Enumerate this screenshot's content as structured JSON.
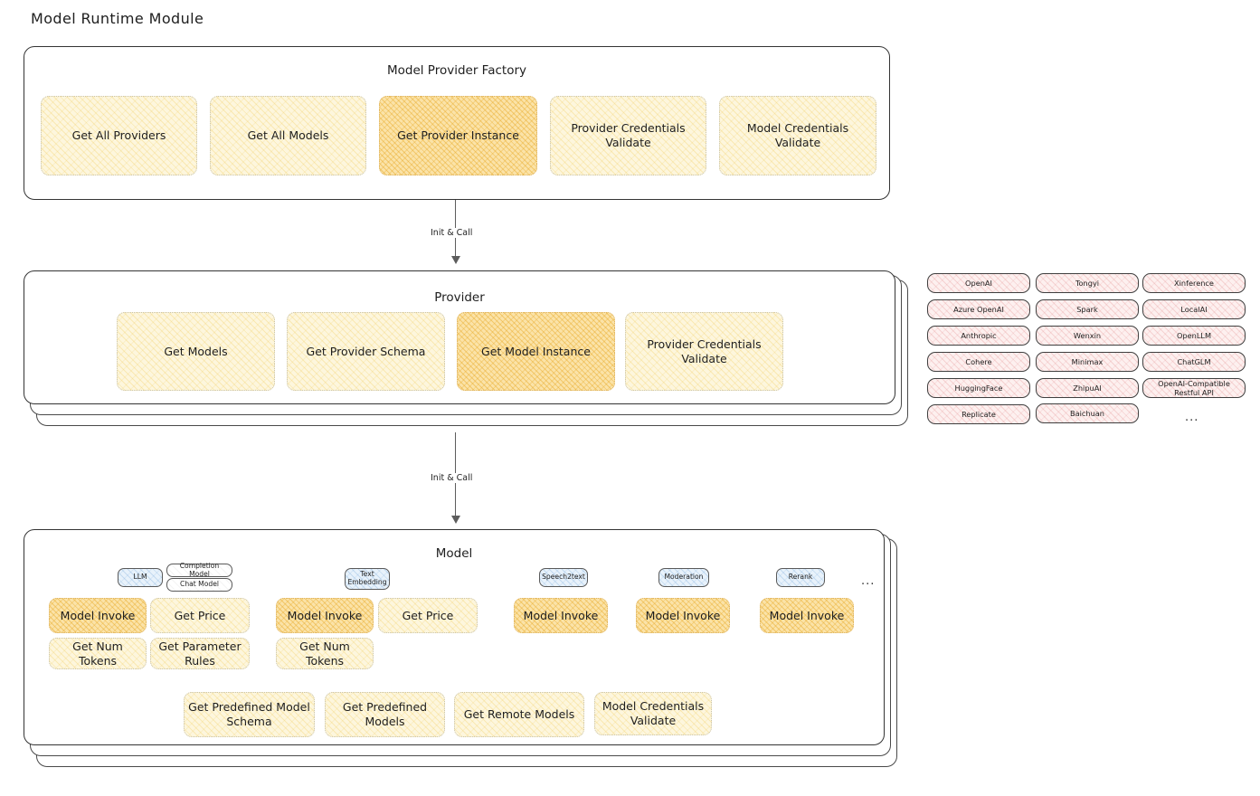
{
  "page": {
    "title": "Model Runtime Module"
  },
  "arrows": [
    {
      "label": "Init & Call"
    },
    {
      "label": "Init & Call"
    }
  ],
  "factory": {
    "title": "Model Provider Factory",
    "methods": [
      {
        "label": "Get All Providers",
        "highlight": false
      },
      {
        "label": "Get All Models",
        "highlight": false
      },
      {
        "label": "Get Provider Instance",
        "highlight": true
      },
      {
        "label": "Provider Credentials Validate",
        "highlight": false
      },
      {
        "label": "Model Credentials Validate",
        "highlight": false
      }
    ]
  },
  "provider": {
    "title": "Provider",
    "methods": [
      {
        "label": "Get Models",
        "highlight": false
      },
      {
        "label": "Get Provider Schema",
        "highlight": false
      },
      {
        "label": "Get Model Instance",
        "highlight": true
      },
      {
        "label": "Provider Credentials Validate",
        "highlight": false
      }
    ]
  },
  "provider_list": {
    "columns": [
      [
        "OpenAI",
        "Azure OpenAI",
        "Anthropic",
        "Cohere",
        "HuggingFace",
        "Replicate"
      ],
      [
        "Tongyi",
        "Spark",
        "Wenxin",
        "Minimax",
        "ZhipuAI",
        "Baichuan"
      ],
      [
        "Xinference",
        "LocalAI",
        "OpenLLM",
        "ChatGLM",
        "OpenAI-Compatible Restful API"
      ]
    ],
    "more": "..."
  },
  "model": {
    "title": "Model",
    "more": "...",
    "types": [
      {
        "chip": "LLM",
        "chip_fill": "blue",
        "subchips": [
          "Completion Model",
          "Chat Model"
        ],
        "methods": [
          {
            "label": "Model Invoke",
            "highlight": true
          },
          {
            "label": "Get Price",
            "highlight": false
          },
          {
            "label": "Get Num Tokens",
            "highlight": false
          },
          {
            "label": "Get Parameter Rules",
            "highlight": false
          }
        ]
      },
      {
        "chip": "Text Embedding",
        "chip_fill": "blue",
        "subchips": [],
        "methods": [
          {
            "label": "Model Invoke",
            "highlight": true
          },
          {
            "label": "Get Price",
            "highlight": false
          },
          {
            "label": "Get Num Tokens",
            "highlight": false
          }
        ]
      },
      {
        "chip": "Speech2text",
        "chip_fill": "blue",
        "subchips": [],
        "methods": [
          {
            "label": "Model Invoke",
            "highlight": true
          }
        ]
      },
      {
        "chip": "Moderation",
        "chip_fill": "blue",
        "subchips": [],
        "methods": [
          {
            "label": "Model Invoke",
            "highlight": true
          }
        ]
      },
      {
        "chip": "Rerank",
        "chip_fill": "blue",
        "subchips": [],
        "methods": [
          {
            "label": "Model Invoke",
            "highlight": true
          }
        ]
      }
    ],
    "common_methods": [
      {
        "label": "Get Predefined Model Schema"
      },
      {
        "label": "Get Predefined Models"
      },
      {
        "label": "Get Remote Models"
      },
      {
        "label": "Model Credentials Validate"
      }
    ]
  },
  "colors": {
    "highlight_fill": "#fbe3a8",
    "normal_fill": "#fdf6dd",
    "provider_chip_fill": "#fdf0ef",
    "type_chip_fill": "#e8f2fb",
    "stroke": "#343434",
    "text": "#1e1e1e"
  }
}
